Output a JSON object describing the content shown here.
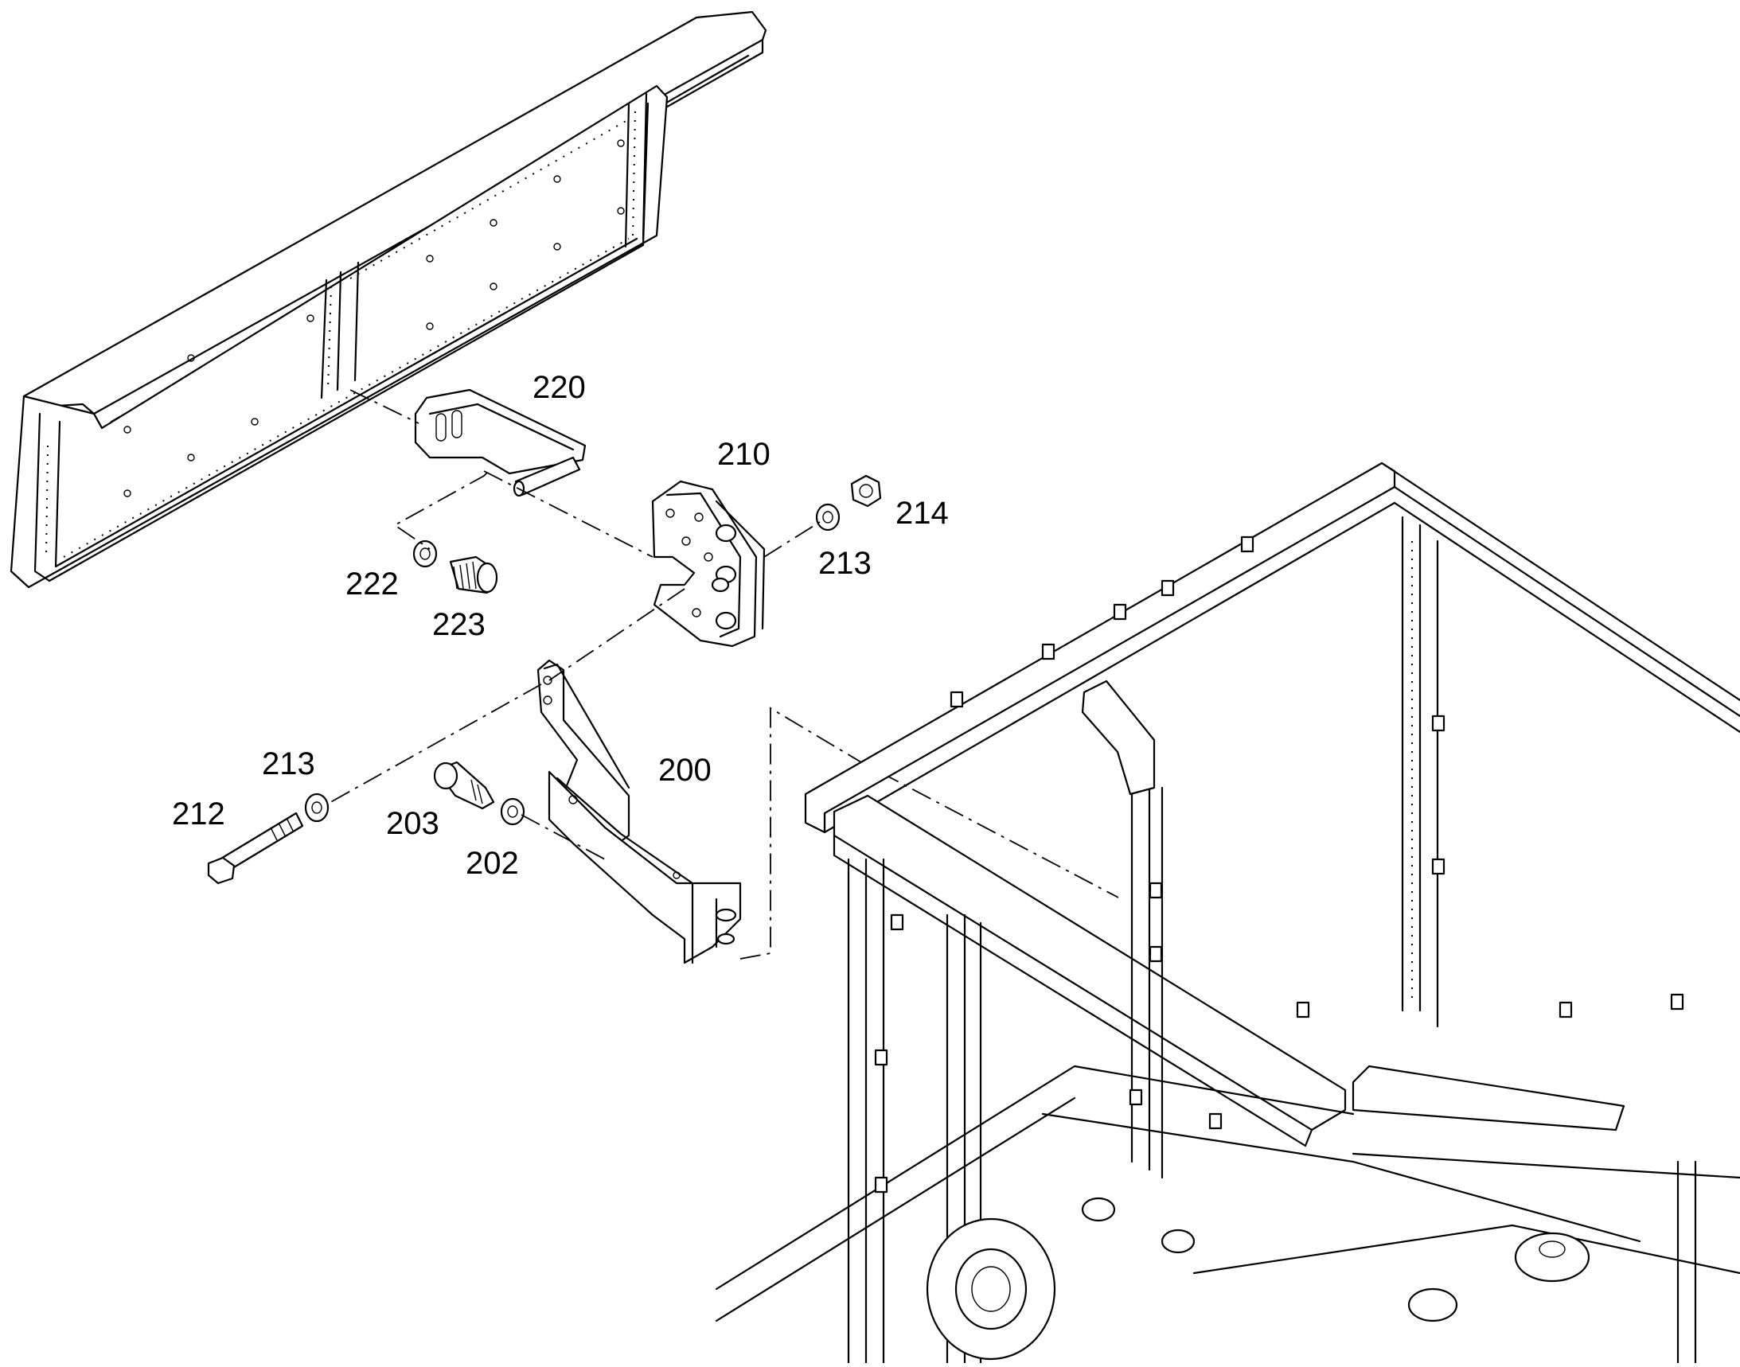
{
  "callouts": [
    {
      "id": "c220",
      "text": "220"
    },
    {
      "id": "c210",
      "text": "210"
    },
    {
      "id": "c214",
      "text": "214"
    },
    {
      "id": "c213a",
      "text": "213"
    },
    {
      "id": "c222",
      "text": "222"
    },
    {
      "id": "c223",
      "text": "223"
    },
    {
      "id": "c200",
      "text": "200"
    },
    {
      "id": "c213b",
      "text": "213"
    },
    {
      "id": "c212",
      "text": "212"
    },
    {
      "id": "c203",
      "text": "203"
    },
    {
      "id": "c202",
      "text": "202"
    }
  ]
}
